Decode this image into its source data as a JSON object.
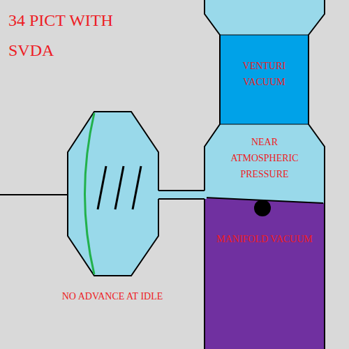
{
  "diagram": {
    "title": "34 PICT WITH SVDA",
    "nodes": [
      {
        "text": [
          "VENTURI VACUUM"
        ]
      },
      {
        "text": [
          "NEAR ATMOSPHERIC PRESSURE"
        ]
      },
      {
        "text": [
          "MANIFOLD VACUUM"
        ]
      }
    ],
    "labels": [
      "NO ADVANCE AT IDLE"
    ]
  }
}
